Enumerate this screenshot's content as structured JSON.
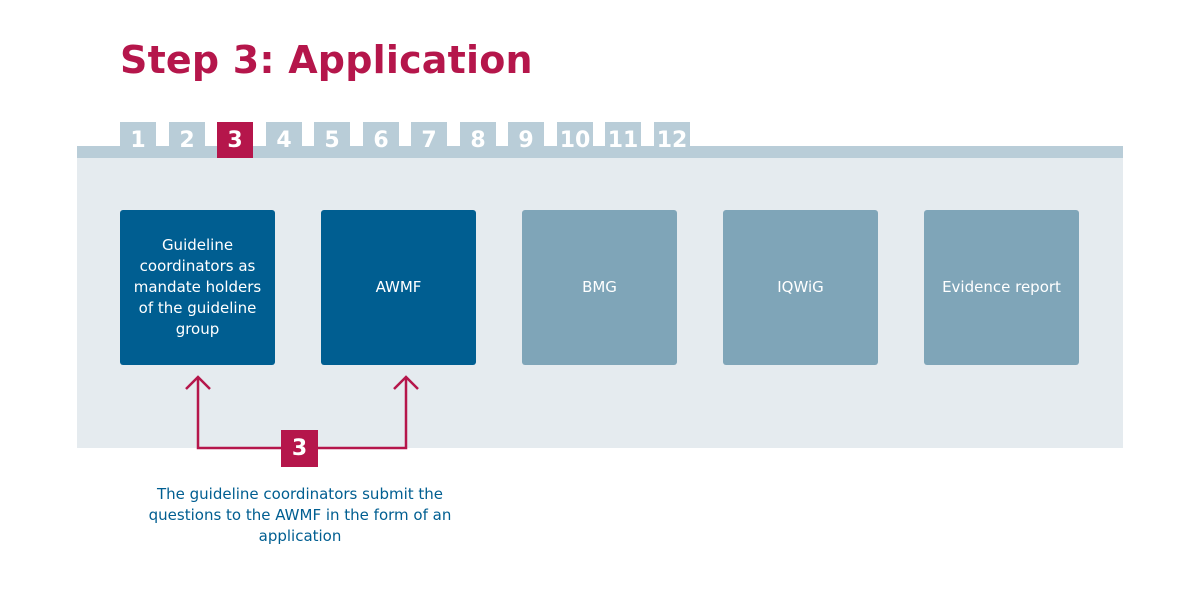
{
  "title": "Step 3: Application",
  "steps": [
    {
      "label": "1",
      "active": false
    },
    {
      "label": "2",
      "active": false
    },
    {
      "label": "3",
      "active": true
    },
    {
      "label": "4",
      "active": false
    },
    {
      "label": "5",
      "active": false
    },
    {
      "label": "6",
      "active": false
    },
    {
      "label": "7",
      "active": false
    },
    {
      "label": "8",
      "active": false
    },
    {
      "label": "9",
      "active": false
    },
    {
      "label": "10",
      "active": false
    },
    {
      "label": "11",
      "active": false
    },
    {
      "label": "12",
      "active": false
    }
  ],
  "boxes": [
    {
      "label": "Guideline coordinators as mandate holders of the guideline group",
      "highlighted": true
    },
    {
      "label": "AWMF",
      "highlighted": true
    },
    {
      "label": "BMG",
      "highlighted": false
    },
    {
      "label": "IQWiG",
      "highlighted": false
    },
    {
      "label": "Evidence report",
      "highlighted": false
    }
  ],
  "connector": {
    "badge": "3",
    "caption": "The guideline coordinators submit the questions to the AWMF in the form of an application"
  },
  "colors": {
    "accent": "#b5164b",
    "dark_box": "#005e91",
    "light_box": "#7fa5b8",
    "panel": "#e5ebef",
    "step_inactive": "#b9cdd8"
  }
}
